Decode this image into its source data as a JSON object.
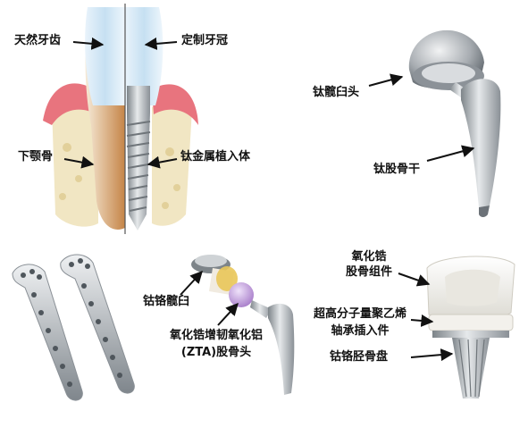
{
  "dental": {
    "natural_tooth": "天然牙齿",
    "custom_crown": "定制牙冠",
    "mandible": "下颚骨",
    "titanium_implant": "钛金属植入体"
  },
  "hip": {
    "titanium_acetabular_cup": "钛髋臼头",
    "titanium_femoral_stem": "钛股骨干"
  },
  "hip2": {
    "cobalt_chrome_cup": "钴铬髋臼",
    "zta_head_line1": "氧化锆增韧氧化铝",
    "zta_head_line2": "(ZTA)股骨头"
  },
  "knee": {
    "zirconia_femoral_line1": "氧化锆",
    "zirconia_femoral_line2": "股骨组件",
    "uhmwpe_line1": "超高分子量聚乙烯",
    "uhmwpe_line2": "轴承插入件",
    "cobalt_chrome_tibial_tray": "钴铬胫骨盘"
  },
  "colors": {
    "arrow": "#111111",
    "gum": "#e8747e",
    "bone": "#efe2b8",
    "titanium": "#a9aeb3",
    "crown": "#cfe6f4",
    "root": "#c9874a",
    "ceramic": "#f4f3ee",
    "zta": "#c9a8e0",
    "gold_ring": "#e9c659"
  }
}
